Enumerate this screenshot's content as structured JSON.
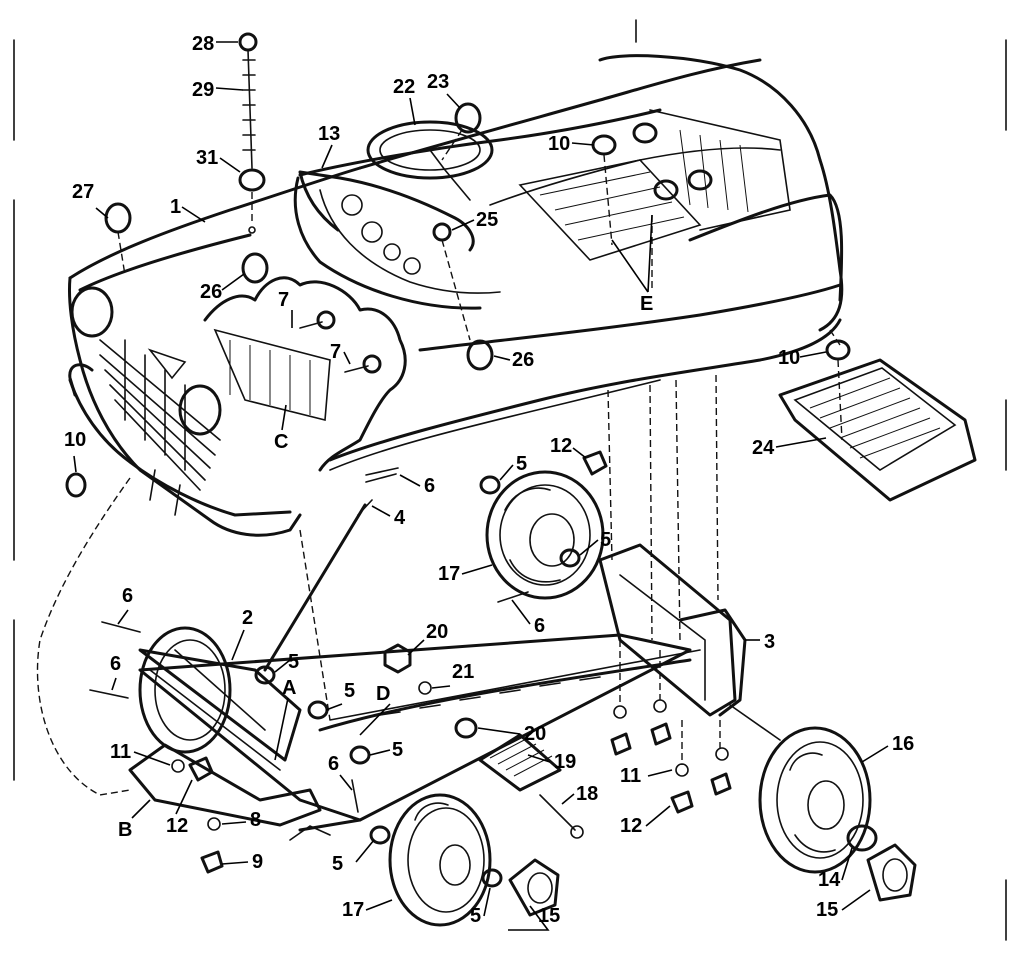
{
  "diagram": {
    "callouts": [
      "28",
      "29",
      "31",
      "27",
      "1",
      "22",
      "23",
      "13",
      "10",
      "25",
      "26",
      "7",
      "C",
      "E",
      "24",
      "12",
      "5",
      "17",
      "6",
      "4",
      "2",
      "3",
      "20",
      "21",
      "A",
      "D",
      "11",
      "B",
      "8",
      "9",
      "19",
      "18",
      "16",
      "14",
      "15"
    ]
  }
}
